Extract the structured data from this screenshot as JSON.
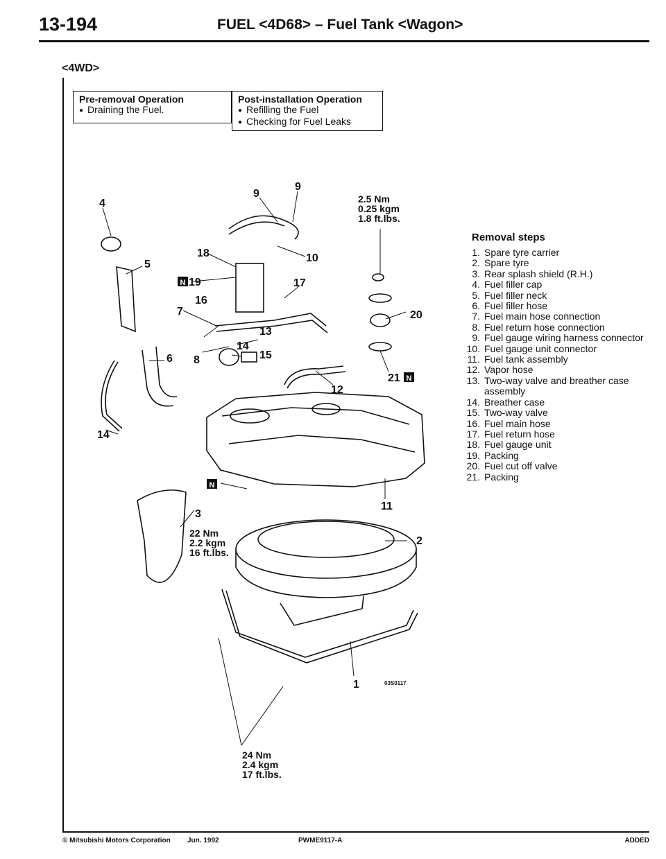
{
  "header": {
    "page_number": "13-194",
    "title": "FUEL <4D68> – Fuel Tank <Wagon>"
  },
  "variant": "<4WD>",
  "pre_removal": {
    "heading": "Pre-removal Operation",
    "items": [
      "Draining the Fuel."
    ]
  },
  "post_install": {
    "heading": "Post-installation Operation",
    "items": [
      "Refilling the Fuel",
      "Checking for Fuel Leaks"
    ]
  },
  "torque_specs": {
    "t1": [
      "2.5 Nm",
      "0.25 kgm",
      "1.8 ft.lbs."
    ],
    "t2": [
      "22 Nm",
      "2.2 kgm",
      "16 ft.lbs."
    ],
    "t3": [
      "24 Nm",
      "2.4 kgm",
      "17 ft.lbs."
    ]
  },
  "diagram_code": "03S0117",
  "marker": "N",
  "removal_steps": {
    "heading": "Removal steps",
    "items": [
      {
        "num": "1.",
        "text": "Spare tyre carrier"
      },
      {
        "num": "2.",
        "text": "Spare tyre"
      },
      {
        "num": "3.",
        "text": "Rear splash shield (R.H.)"
      },
      {
        "num": "4.",
        "text": "Fuel filler cap"
      },
      {
        "num": "5.",
        "text": "Fuel filler neck"
      },
      {
        "num": "6.",
        "text": "Fuel filler hose"
      },
      {
        "num": "7.",
        "text": "Fuel main hose connection"
      },
      {
        "num": "8.",
        "text": "Fuel return hose connection"
      },
      {
        "num": "9.",
        "text": "Fuel gauge wiring harness connector"
      },
      {
        "num": "10.",
        "text": "Fuel gauge unit connector"
      },
      {
        "num": "11.",
        "text": "Fuel tank assembly"
      },
      {
        "num": "12.",
        "text": "Vapor hose"
      },
      {
        "num": "13.",
        "text": "Two-way valve and breather case assembly"
      },
      {
        "num": "14.",
        "text": "Breather case"
      },
      {
        "num": "15.",
        "text": "Two-way valve"
      },
      {
        "num": "16.",
        "text": "Fuel main hose"
      },
      {
        "num": "17.",
        "text": "Fuel return hose"
      },
      {
        "num": "18.",
        "text": "Fuel gauge unit"
      },
      {
        "num": "19.",
        "text": "Packing"
      },
      {
        "num": "20.",
        "text": "Fuel cut off valve"
      },
      {
        "num": "21.",
        "text": "Packing"
      }
    ]
  },
  "footer": {
    "copyright": "© Mitsubishi Motors Corporation",
    "date": "Jun. 1992",
    "code": "PWME9117-A",
    "status": "ADDED"
  }
}
